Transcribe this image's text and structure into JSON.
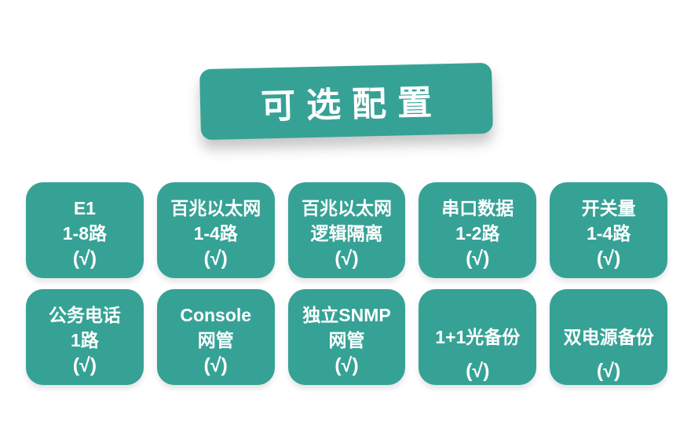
{
  "banner": {
    "title": "可选配置"
  },
  "colors": {
    "teal": "#36A296",
    "text": "#FFFFFF",
    "background": "#FFFFFF"
  },
  "cards": [
    {
      "id": "e1",
      "lines": [
        "E1",
        "1-8路",
        "(√)"
      ]
    },
    {
      "id": "fast-ethernet",
      "lines": [
        "百兆以太网",
        "1-4路",
        "(√)"
      ]
    },
    {
      "id": "fast-ethernet-isolation",
      "lines": [
        "百兆以太网",
        "逻辑隔离",
        "(√)"
      ]
    },
    {
      "id": "serial-data",
      "lines": [
        "串口数据",
        "1-2路",
        "(√)"
      ]
    },
    {
      "id": "switch-signal",
      "lines": [
        "开关量",
        "1-4路",
        "(√)"
      ]
    },
    {
      "id": "service-phone",
      "lines": [
        "公务电话",
        "1路",
        "(√)"
      ]
    },
    {
      "id": "console-nm",
      "lines": [
        "Console",
        "网管",
        "(√)"
      ]
    },
    {
      "id": "snmp-nm",
      "lines": [
        "独立SNMP",
        "网管",
        "(√)"
      ]
    },
    {
      "id": "optical-backup",
      "lines": [
        "1+1光备份",
        "(√)"
      ]
    },
    {
      "id": "power-backup",
      "lines": [
        "双电源备份",
        "(√)"
      ]
    }
  ]
}
